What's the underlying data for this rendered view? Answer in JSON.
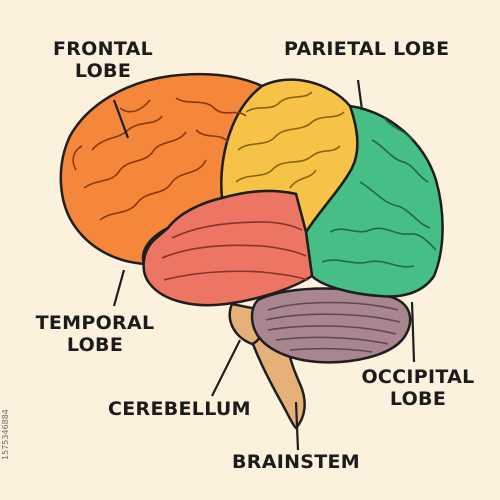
{
  "labels": {
    "frontal": [
      "FRONTAL",
      "LOBE"
    ],
    "parietal": "PARIETAL LOBE",
    "temporal": [
      "TEMPORAL",
      "LOBE"
    ],
    "occipital": [
      "OCCIPITAL",
      "LOBE"
    ],
    "cerebellum": "CEREBELLUM",
    "brainstem": "BRAINSTEM"
  },
  "watermark_id": "1575346884",
  "colors": {
    "background": "#fbf1dd",
    "frontal": "#f4873a",
    "parietal": "#f7c347",
    "temporal": "#ec7563",
    "occipital": "#46bf86",
    "cerebellum": "#a98590",
    "brainstem": "#e6b178",
    "outline": "#1f1f1f"
  }
}
